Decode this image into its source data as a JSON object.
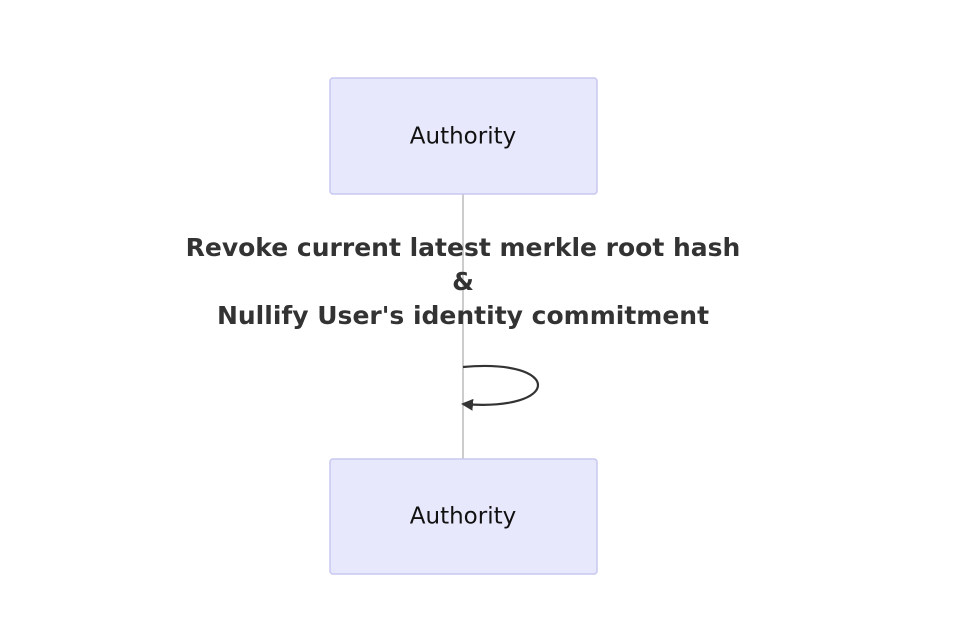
{
  "diagram": {
    "type": "sequence",
    "participants": [
      {
        "id": "authority",
        "label": "Authority"
      }
    ],
    "actors": {
      "top": {
        "label": "Authority"
      },
      "bottom": {
        "label": "Authority"
      }
    },
    "message": {
      "from": "Authority",
      "to": "Authority",
      "lines": [
        "Revoke current latest merkle root hash",
        "&",
        "Nullify User's identity commitment"
      ]
    }
  },
  "colors": {
    "actor_fill": "#e8e8fd",
    "actor_border": "#c7c7f0",
    "lifeline": "#999999",
    "text": "#333333",
    "arrow": "#333333"
  }
}
